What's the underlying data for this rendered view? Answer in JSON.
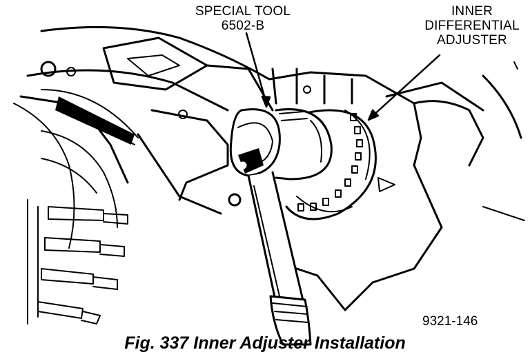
{
  "figure": {
    "labels": {
      "special_tool_line1": "SPECIAL TOOL",
      "special_tool_line2": "6502-B",
      "adjuster_line1": "INNER",
      "adjuster_line2": "DIFFERENTIAL",
      "adjuster_line3": "ADJUSTER"
    },
    "figure_id": "9321-146",
    "caption": "Fig. 337 Inner Adjuster Installation"
  }
}
